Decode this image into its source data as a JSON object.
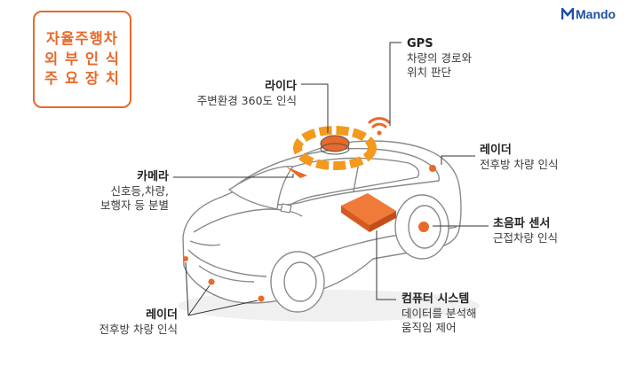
{
  "title_box": {
    "lines": [
      "자율주행차",
      "외 부 인 식",
      "주 요 장 치"
    ]
  },
  "brand": {
    "name": "Mando"
  },
  "components": {
    "lidar": {
      "title": "라이다",
      "desc": [
        "주변환경 360도 인식"
      ]
    },
    "gps": {
      "title": "GPS",
      "desc": [
        "차량의 경로와",
        "위치 판단"
      ]
    },
    "camera": {
      "title": "카메라",
      "desc": [
        "신호등,차량,",
        "보행자 등 분별"
      ]
    },
    "radar_rear": {
      "title": "레이더",
      "desc": [
        "전후방 차량 인식"
      ]
    },
    "ultrasonic": {
      "title": "초음파 센서",
      "desc": [
        "근접차량 인식"
      ]
    },
    "computer": {
      "title": "컴퓨터 시스템",
      "desc": [
        "데이터를 분석해",
        "움직임 제어"
      ]
    },
    "radar_front": {
      "title": "레이더",
      "desc": [
        "전후방 차량 인식"
      ]
    }
  },
  "colors": {
    "accent": "#e8692a",
    "lidar": "#f39a1e",
    "brand": "#1f4ea3",
    "line": "#333333"
  }
}
